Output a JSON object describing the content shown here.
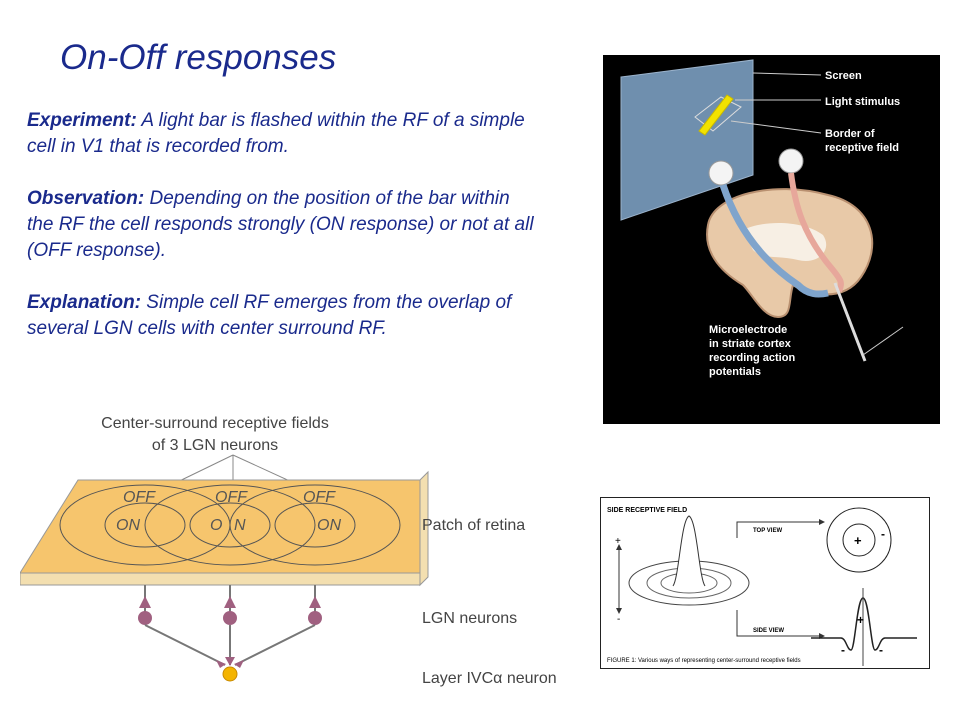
{
  "slide": {
    "title": "On-Off responses",
    "experiment": {
      "label": "Experiment:",
      "text": " A light bar is flashed within the RF of a simple cell in V1 that is recorded from."
    },
    "observation": {
      "label": "Observation:",
      "text": " Depending on the position of the bar within the RF the cell responds strongly (ON response) or not at all (OFF response)."
    },
    "explanation": {
      "label": "Explanation:",
      "text": " Simple cell RF emerges from the overlap of several LGN cells with center surround RF."
    }
  },
  "experiment_figure": {
    "labels": {
      "screen": "Screen",
      "light_stimulus": "Light stimulus",
      "border_line1": "Border of",
      "border_line2": "receptive field",
      "micro_line1": "Microelectrode",
      "micro_line2": "in striate cortex",
      "micro_line3": "recording action",
      "micro_line4": "potentials"
    }
  },
  "retina_diagram": {
    "heading_line1": "Center-surround receptive fields",
    "heading_line2": "of 3 LGN neurons",
    "off_label": "OFF",
    "on_label_1": "ON",
    "on_label_2a": "O",
    "on_label_2b": "N",
    "on_label_3": "ON",
    "patch_label": "Patch of retina",
    "lgn_label": "LGN neurons",
    "layer_label": "Layer IVC",
    "alpha": "α",
    "layer_label_suffix": " neuron"
  },
  "rf_figure": {
    "title": "SIDE RECEPTIVE FIELD",
    "top_view": "TOP VIEW",
    "side_view": "SIDE VIEW",
    "plus": "+",
    "minus": "-",
    "caption": "FIGURE 1: Various ways of representing center-surround receptive fields"
  }
}
